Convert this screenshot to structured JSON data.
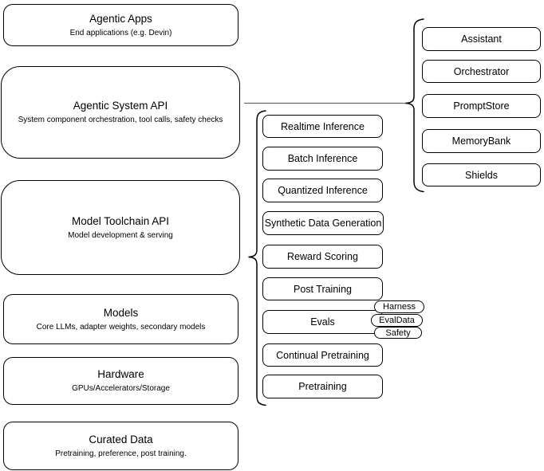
{
  "left_stack": {
    "layers": [
      {
        "title": "Agentic Apps",
        "subtitle": "End applications (e.g. Devin)"
      },
      {
        "title": "Agentic System API",
        "subtitle": "System component orchestration, tool calls, safety checks"
      },
      {
        "title": "Model Toolchain API",
        "subtitle": "Model development & serving"
      },
      {
        "title": "Models",
        "subtitle": "Core LLMs, adapter weights, secondary models"
      },
      {
        "title": "Hardware",
        "subtitle": "GPUs/Accelerators/Storage"
      },
      {
        "title": "Curated Data",
        "subtitle": "Pretraining, preference, post training."
      }
    ]
  },
  "toolchain_group": {
    "items": [
      "Realtime Inference",
      "Batch Inference",
      "Quantized Inference",
      "Synthetic Data Generation",
      "Reward Scoring",
      "Post Training",
      "Evals",
      "Continual Pretraining",
      "Pretraining"
    ],
    "evals_tags": [
      "Harness",
      "EvalData",
      "Safety"
    ]
  },
  "system_group": {
    "items": [
      "Assistant",
      "Orchestrator",
      "PromptStore",
      "MemoryBank",
      "Shields"
    ]
  },
  "colors": {
    "node_stroke": "#000000",
    "node_fill": "#ffffff",
    "connector": "#6b6b6b",
    "background": "#ffffff"
  }
}
